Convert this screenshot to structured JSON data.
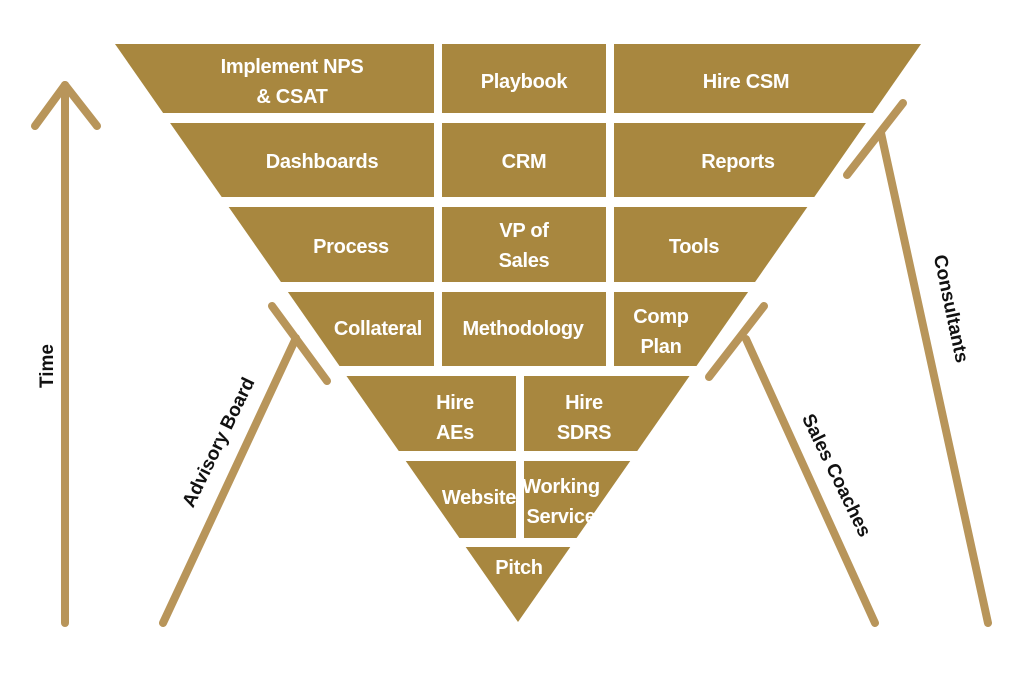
{
  "colors": {
    "fill": "#a8873f",
    "text": "#ffffff",
    "arrow": "#b8955a",
    "side_text": "#111111"
  },
  "blocks": [
    {
      "id": "implement-nps",
      "lines": [
        "Implement NPS",
        "& CSAT"
      ]
    },
    {
      "id": "playbook",
      "lines": [
        "Playbook"
      ]
    },
    {
      "id": "hire-csm",
      "lines": [
        "Hire CSM"
      ]
    },
    {
      "id": "dashboards",
      "lines": [
        "Dashboards"
      ]
    },
    {
      "id": "crm",
      "lines": [
        "CRM"
      ]
    },
    {
      "id": "reports",
      "lines": [
        "Reports"
      ]
    },
    {
      "id": "process",
      "lines": [
        "Process"
      ]
    },
    {
      "id": "vp-of-sales",
      "lines": [
        "VP of",
        "Sales"
      ]
    },
    {
      "id": "tools",
      "lines": [
        "Tools"
      ]
    },
    {
      "id": "collateral",
      "lines": [
        "Collateral"
      ]
    },
    {
      "id": "methodology",
      "lines": [
        "Methodology"
      ]
    },
    {
      "id": "comp-plan",
      "lines": [
        "Comp",
        "Plan"
      ]
    },
    {
      "id": "hire-aes",
      "lines": [
        "Hire",
        "AEs"
      ]
    },
    {
      "id": "hire-sdrs",
      "lines": [
        "Hire",
        "SDRS"
      ]
    },
    {
      "id": "website",
      "lines": [
        "Website"
      ]
    },
    {
      "id": "working-service",
      "lines": [
        "Working",
        "Service"
      ]
    },
    {
      "id": "pitch",
      "lines": [
        "Pitch"
      ]
    }
  ],
  "side_labels": {
    "time": "Time",
    "advisory_board": "Advisory Board",
    "sales_coaches": "Sales Coaches",
    "consultants": "Consultants"
  }
}
